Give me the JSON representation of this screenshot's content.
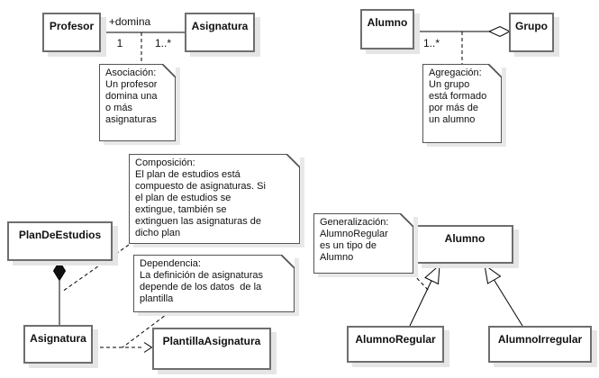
{
  "diagram": {
    "classes": {
      "profesor": "Profesor",
      "asignatura_top": "Asignatura",
      "alumno_top": "Alumno",
      "grupo": "Grupo",
      "plan_de_estudios": "PlanDeEstudios",
      "asignatura_bottom": "Asignatura",
      "plantilla_asignatura": "PlantillaAsignatura",
      "alumno_bottom": "Alumno",
      "alumno_regular": "AlumnoRegular",
      "alumno_irregular": "AlumnoIrregular"
    },
    "edge_labels": {
      "association_name": "+domina",
      "profesor_multiplicity": "1",
      "asignatura_multiplicity": "1..*",
      "alumno_multiplicity": "1..*"
    },
    "notes": {
      "asociacion": "Asociación:\nUn profesor\ndomina una\no más\nasignaturas",
      "agregacion": "Agregación:\nUn grupo\nestá formado\npor más de\nun alumno",
      "composicion": "Composición:\nEl plan de estudios está\ncompuesto de asignaturas. Si\nel plan de estudios se\nextingue, también se\nextinguen las asignaturas de\ndicho plan",
      "dependencia": "Dependencia:\nLa definición de asignaturas\ndepende de los datos  de la\nplantilla",
      "generalizacion": "Generalización:\nAlumnoRegular\nes un tipo de\nAlumno"
    },
    "colors": {
      "background": "#ffffff",
      "class_border": "#6e6e6e",
      "note_border": "#545454",
      "connector": "#000000",
      "composition_diamond_fill": "#111111",
      "shadow": "#e5e5e5"
    }
  }
}
